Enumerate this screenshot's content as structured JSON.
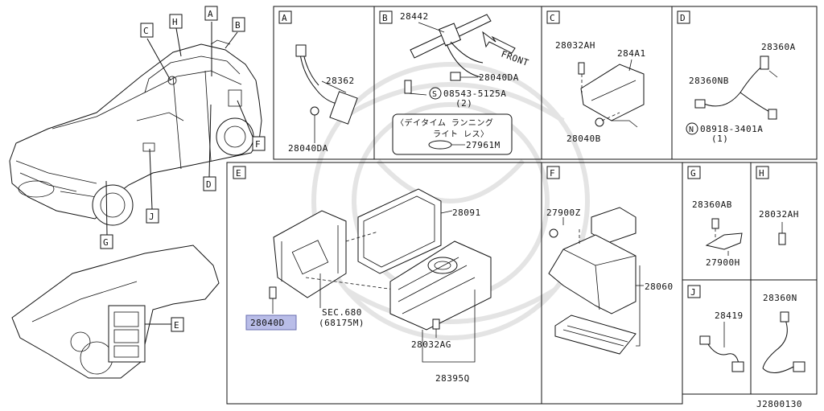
{
  "diagram_id": "J2800130",
  "car_callouts": [
    "A",
    "B",
    "C",
    "H",
    "F",
    "D",
    "J",
    "G"
  ],
  "dash_callout": "E",
  "panels": {
    "A": {
      "letter": "A",
      "parts": [
        "28362",
        "28040DA"
      ]
    },
    "B": {
      "letter": "B",
      "parts": [
        "28442",
        "28040DA",
        "08543-5125A",
        "(2)",
        "27961M"
      ],
      "front": "FRONT",
      "note_line1": "〈デイタイム ランニング",
      "note_line2": "ライト レス〉",
      "bolt_symbol": "S"
    },
    "C": {
      "letter": "C",
      "parts": [
        "28032AH",
        "284A1",
        "28040B"
      ]
    },
    "D": {
      "letter": "D",
      "parts": [
        "28360A",
        "28360NB",
        "08918-3401A",
        "(1)"
      ],
      "nut_symbol": "N"
    },
    "E": {
      "letter": "E",
      "parts": [
        "28091",
        "28040D",
        "28032AG",
        "28395Q"
      ],
      "sec_line1": "SEC.680",
      "sec_line2": "(68175M)"
    },
    "F": {
      "letter": "F",
      "parts": [
        "27900Z",
        "28060"
      ]
    },
    "G": {
      "letter": "G",
      "parts": [
        "28360AB",
        "27900H"
      ]
    },
    "H": {
      "letter": "H",
      "parts": [
        "28032AH"
      ]
    },
    "J": {
      "letter": "J",
      "parts": [
        "28419"
      ]
    },
    "N": {
      "parts": [
        "28360N"
      ]
    }
  },
  "highlighted_part": "28040D",
  "colors": {
    "line": "#111111",
    "highlight": "#b9bde8",
    "watermark": "#e4e4e4"
  }
}
